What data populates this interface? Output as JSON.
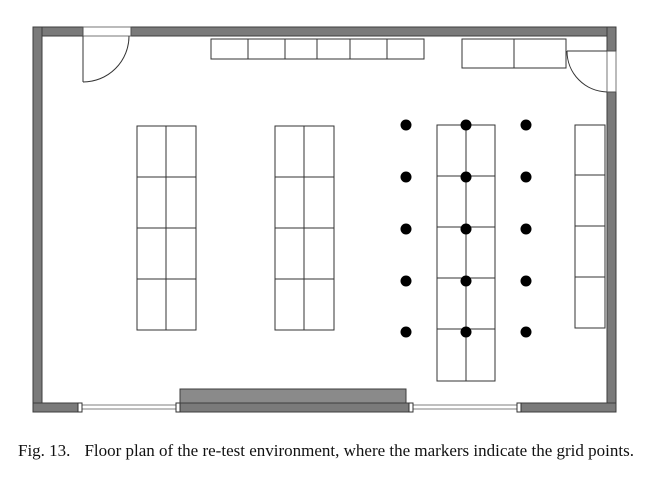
{
  "figure": {
    "label": "Fig. 13.",
    "caption": "Floor plan of the re-test environment, where the markers indicate the grid points."
  },
  "grid_points": {
    "columns": 3,
    "rows": 5,
    "marker_color": "#000000"
  },
  "colors": {
    "wall": "#7a7a7a",
    "furniture_outline": "#333333",
    "background": "#ffffff"
  }
}
